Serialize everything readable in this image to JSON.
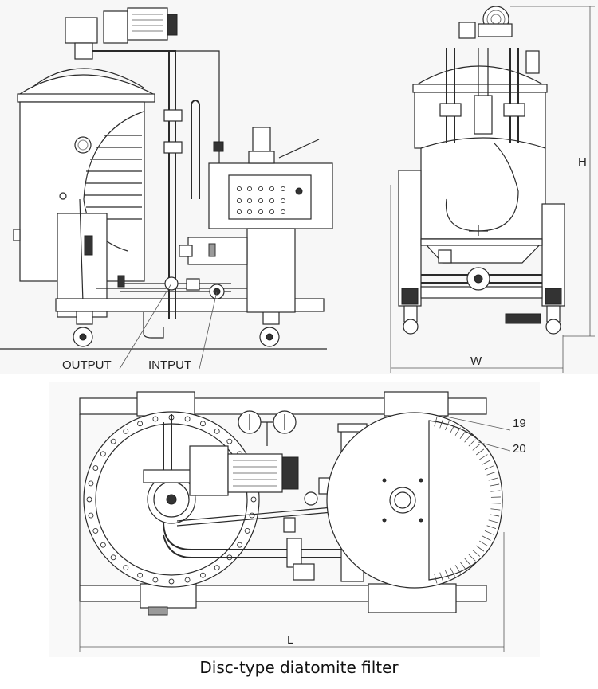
{
  "labels": {
    "output": "OUTPUT",
    "input": "INTPUT",
    "height": "H",
    "width": "W",
    "length": "L",
    "part_19": "19",
    "part_20": "20"
  },
  "caption": "Disc-type diatomite filter"
}
